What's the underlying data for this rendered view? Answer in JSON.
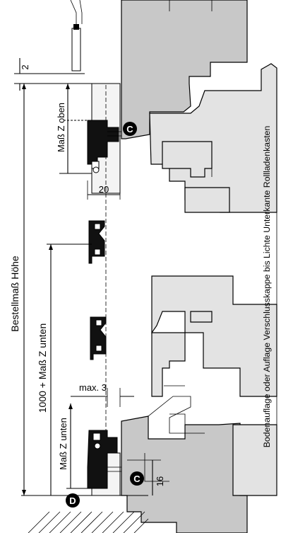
{
  "labels": {
    "top_gap": "2",
    "order_height": "Bestellmaß Höhe",
    "z_top": "Maß Z oben",
    "profile_width": "20",
    "z_bottom_plus": "1000 + Maß Z unten",
    "max_gap": "max. 3",
    "z_bottom": "Maß Z unten",
    "bottom_offset": "16",
    "right_side": "Bodenauflage oder Auflage Verschlusskappe  bis Lichte Unterkante Rollladenkasten"
  },
  "markers": {
    "c_top": "C",
    "c_bottom": "C",
    "d": "D"
  },
  "colors": {
    "wall": "#c8c8c8",
    "frame": "#e3e3e3",
    "profile": "#111111"
  }
}
